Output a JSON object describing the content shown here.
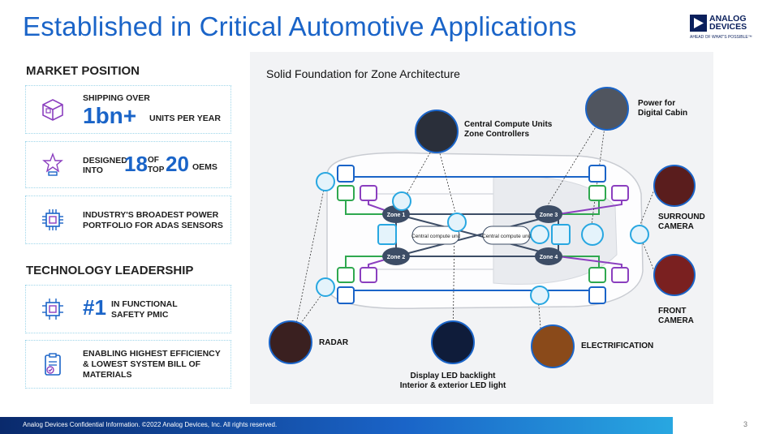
{
  "slide": {
    "title": "Established in Critical Automotive Applications",
    "page_number": "3",
    "footer": "Analog Devices Confidential Information. ©2022 Analog Devices, Inc. All rights reserved."
  },
  "logo": {
    "line1": "ANALOG",
    "line2": "DEVICES",
    "tagline": "AHEAD OF WHAT'S POSSIBLE™"
  },
  "market_position": {
    "heading": "MARKET POSITION",
    "shipping": {
      "top": "SHIPPING OVER",
      "big": "1bn+",
      "suffix": "UNITS PER YEAR",
      "icon": "box-icon"
    },
    "designed": {
      "line1": "DESIGNED",
      "line2": "INTO",
      "num1": "18",
      "of": "OF",
      "top": "TOP",
      "num2": "20",
      "suffix": "OEMS",
      "icon": "star-trophy-icon"
    },
    "portfolio": {
      "line1": "INDUSTRY'S BROADEST POWER",
      "line2": "PORTFOLIO FOR ADAS SENSORS",
      "icon": "chip-icon"
    }
  },
  "technology_leadership": {
    "heading": "TECHNOLOGY LEADERSHIP",
    "pmic": {
      "big": "#1",
      "line1": "IN FUNCTIONAL",
      "line2": "SAFETY PMIC",
      "icon": "chip-icon"
    },
    "efficiency": {
      "line1": "ENABLING HIGHEST EFFICIENCY",
      "line2": "& LOWEST SYSTEM BILL OF",
      "line3": "MATERIALS",
      "icon": "clipboard-check-icon"
    }
  },
  "diagram": {
    "title": "Solid Foundation for Zone Architecture",
    "zones": [
      "Zone 1",
      "Zone 2",
      "Zone 3",
      "Zone 4"
    ],
    "central_unit": "Central compute unit",
    "labels": {
      "central_compute": [
        "Central Compute Units",
        "Zone Controllers"
      ],
      "power_cabin": [
        "Power for",
        "Digital Cabin"
      ],
      "surround": [
        "SURROUND",
        "CAMERA"
      ],
      "front": [
        "FRONT",
        "CAMERA"
      ],
      "radar": "RADAR",
      "electrification": "ELECTRIFICATION",
      "display": [
        "Display LED backlight",
        "Interior & exterior LED light"
      ]
    },
    "colors": {
      "zone": "#3d4d66",
      "blue": "#1a64c8",
      "green": "#2fa84f",
      "purple": "#8b3fbf",
      "cyan": "#28a7e1"
    }
  }
}
